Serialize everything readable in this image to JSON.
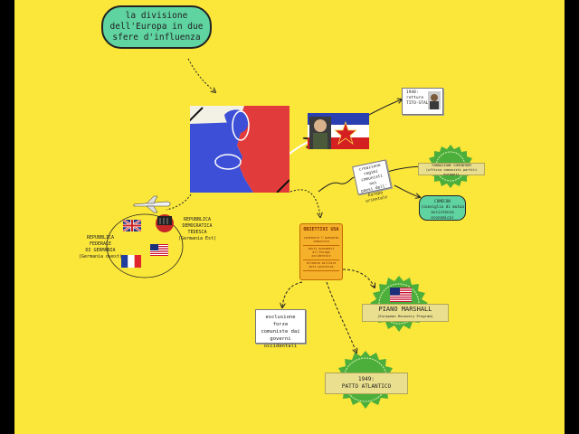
{
  "title": "la divisione dell'Europa in due sfere d'influenza",
  "tito_note": {
    "line1": "1948:",
    "line2": "rottura",
    "line3": "TITO-STALIN"
  },
  "western_label": {
    "lines": [
      "REPUBBLICA",
      "FEDERALE",
      "DI GERMANIA",
      "(Germania ovest)"
    ]
  },
  "eastern_label": {
    "lines": [
      "REPUBBLICA",
      "DEMOCRATICA",
      "TEDESCA",
      "(Germania Est)"
    ]
  },
  "creation_note": {
    "lines": [
      "creazione regimi",
      "comunisti nei",
      "paesi dell'",
      "Europa orientale"
    ]
  },
  "cominform_badge": {
    "lines": [
      "FONDAZIONE COMINFORM",
      "(ufficio comunisti partiti europei)"
    ]
  },
  "comecon_note": {
    "lines": [
      "COMECON",
      "(consiglio di mutua",
      "assistenza economica)"
    ]
  },
  "objectives": {
    "header": "OBIETTIVI USA",
    "items": [
      "contenere l'avanzata comunista",
      "aiuti economici all'Europa occidentale",
      "alleanza militare anti-sovietica"
    ]
  },
  "marshall": {
    "title": "PIANO MARSHALL",
    "subtitle": "(European Recovery Program)"
  },
  "exclusion_note": {
    "lines": [
      "esclusione forze",
      "comuniste dai",
      "governi occidentali"
    ]
  },
  "nato": {
    "year": "1949:",
    "title": "PATTO ATLANTICO"
  },
  "colors": {
    "background": "#fbe63a",
    "bubble": "#5fd3a0",
    "badge": "#4caf3c",
    "ribbon": "#e9df8e",
    "objectives": "#f6b12b"
  },
  "icons": [
    "map-europe-icon",
    "tito-portrait-icon",
    "yugoslavia-flag-icon",
    "stalin-portrait-icon",
    "plane-icon",
    "uk-flag-icon",
    "usa-flag-icon",
    "france-flag-icon",
    "soviet-flag-icon"
  ]
}
